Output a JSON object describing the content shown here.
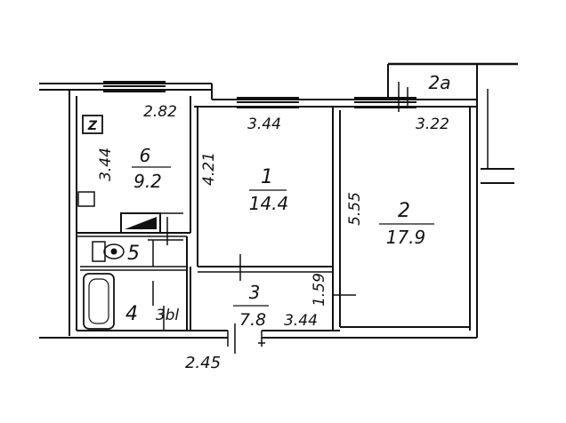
{
  "rooms": {
    "r1": {
      "number": "1",
      "area": "14.4"
    },
    "r2": {
      "number": "2",
      "area": "17.9"
    },
    "r2a": {
      "number": "2a"
    },
    "r3": {
      "number": "3",
      "area": "7.8"
    },
    "r4": {
      "number": "4"
    },
    "r5": {
      "number": "5"
    },
    "r6": {
      "number": "6",
      "area": "9.2"
    }
  },
  "dimensions": {
    "kitchen_width": "2.82",
    "kitchen_depth": "3.44",
    "room1_width": "3.44",
    "room1_depth": "4.21",
    "room2_width": "3.22",
    "room2_depth": "5.55",
    "hall_depth": "1.59",
    "hall_width": "3.44",
    "entry_width": "2.45"
  },
  "bath_code": "3bl",
  "fridge_mark": "Z"
}
